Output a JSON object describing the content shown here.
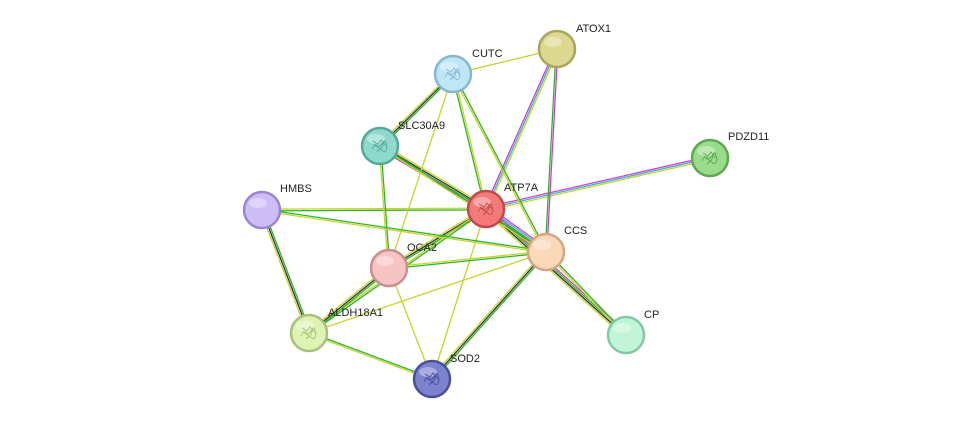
{
  "network": {
    "nodes": [
      {
        "id": "ATP7A",
        "label": "ATP7A",
        "fill": "#f47a7a",
        "stroke": "#c04a4a",
        "icon": "protein-structure-icon"
      },
      {
        "id": "CUTC",
        "label": "CUTC",
        "fill": "#bfe6f7",
        "stroke": "#86b7cf",
        "icon": "protein-structure-icon"
      },
      {
        "id": "ATOX1",
        "label": "ATOX1",
        "fill": "#dcd98f",
        "stroke": "#a9a55a",
        "icon": ""
      },
      {
        "id": "SLC30A9",
        "label": "SLC30A9",
        "fill": "#8fd9cc",
        "stroke": "#55a89a",
        "icon": "protein-structure-icon"
      },
      {
        "id": "PDZD11",
        "label": "PDZD11",
        "fill": "#9bdc8c",
        "stroke": "#5fa852",
        "icon": "protein-structure-icon"
      },
      {
        "id": "HMBS",
        "label": "HMBS",
        "fill": "#cdbdf6",
        "stroke": "#9a86cc",
        "icon": ""
      },
      {
        "id": "CCS",
        "label": "CCS",
        "fill": "#fbd9b8",
        "stroke": "#d4a67f",
        "icon": ""
      },
      {
        "id": "OCA2",
        "label": "OCA2",
        "fill": "#f7c4c4",
        "stroke": "#c98f8f",
        "icon": ""
      },
      {
        "id": "ALDH18A1",
        "label": "ALDH18A1",
        "fill": "#def3b4",
        "stroke": "#a9c27a",
        "icon": "protein-structure-icon"
      },
      {
        "id": "CP",
        "label": "CP",
        "fill": "#c2f5d8",
        "stroke": "#82c9a3",
        "icon": ""
      },
      {
        "id": "SOD2",
        "label": "SOD2",
        "fill": "#7b82cf",
        "stroke": "#4b4f96",
        "icon": "protein-structure-icon"
      }
    ],
    "edges": [
      {
        "source": "ATP7A",
        "target": "ATOX1",
        "colors": [
          "#d43ad4",
          "#3ab0d4",
          "#c8d42a"
        ]
      },
      {
        "source": "ATP7A",
        "target": "PDZD11",
        "colors": [
          "#d43ad4",
          "#3ab0d4",
          "#c8d42a"
        ]
      },
      {
        "source": "ATP7A",
        "target": "CUTC",
        "colors": [
          "#2cb52c",
          "#c8d42a"
        ]
      },
      {
        "source": "ATP7A",
        "target": "SLC30A9",
        "colors": [
          "#d43ad4",
          "#2cb52c",
          "#333333",
          "#c8d42a"
        ]
      },
      {
        "source": "ATP7A",
        "target": "HMBS",
        "colors": [
          "#2cb52c",
          "#c8d42a"
        ]
      },
      {
        "source": "ATP7A",
        "target": "CCS",
        "colors": [
          "#d43ad4",
          "#3ab0d4",
          "#2cb52c",
          "#333333",
          "#c8d42a"
        ]
      },
      {
        "source": "ATP7A",
        "target": "OCA2",
        "colors": [
          "#2cb52c",
          "#333333",
          "#c8d42a"
        ]
      },
      {
        "source": "ATP7A",
        "target": "ALDH18A1",
        "colors": [
          "#2cb52c",
          "#c8d42a"
        ]
      },
      {
        "source": "ATP7A",
        "target": "CP",
        "colors": [
          "#d43ad4",
          "#2cb52c",
          "#333333",
          "#c8d42a"
        ]
      },
      {
        "source": "ATP7A",
        "target": "SOD2",
        "colors": [
          "#c8d42a"
        ]
      },
      {
        "source": "CUTC",
        "target": "ATOX1",
        "colors": [
          "#c8d42a"
        ]
      },
      {
        "source": "CUTC",
        "target": "SLC30A9",
        "colors": [
          "#2cb52c",
          "#333333",
          "#c8d42a"
        ]
      },
      {
        "source": "CUTC",
        "target": "CCS",
        "colors": [
          "#2cb52c",
          "#c8d42a"
        ]
      },
      {
        "source": "CUTC",
        "target": "OCA2",
        "colors": [
          "#c8d42a"
        ]
      },
      {
        "source": "ATOX1",
        "target": "CCS",
        "colors": [
          "#d43ad4",
          "#2cb52c"
        ]
      },
      {
        "source": "SLC30A9",
        "target": "CCS",
        "colors": [
          "#2cb52c",
          "#c8d42a"
        ]
      },
      {
        "source": "SLC30A9",
        "target": "OCA2",
        "colors": [
          "#2cb52c",
          "#c8d42a"
        ]
      },
      {
        "source": "HMBS",
        "target": "CCS",
        "colors": [
          "#2cb52c",
          "#c8d42a"
        ]
      },
      {
        "source": "HMBS",
        "target": "ALDH18A1",
        "colors": [
          "#2cb52c",
          "#333333",
          "#c8d42a"
        ]
      },
      {
        "source": "CCS",
        "target": "OCA2",
        "colors": [
          "#2cb52c",
          "#c8d42a"
        ]
      },
      {
        "source": "CCS",
        "target": "CP",
        "colors": [
          "#2cb52c",
          "#c8d42a"
        ]
      },
      {
        "source": "CCS",
        "target": "SOD2",
        "colors": [
          "#2cb52c",
          "#333333",
          "#c8d42a"
        ]
      },
      {
        "source": "CCS",
        "target": "ALDH18A1",
        "colors": [
          "#c8d42a"
        ]
      },
      {
        "source": "OCA2",
        "target": "ALDH18A1",
        "colors": [
          "#2cb52c",
          "#333333",
          "#c8d42a"
        ]
      },
      {
        "source": "OCA2",
        "target": "SOD2",
        "colors": [
          "#c8d42a"
        ]
      },
      {
        "source": "ALDH18A1",
        "target": "SOD2",
        "colors": [
          "#2cb52c",
          "#c8d42a"
        ]
      }
    ]
  }
}
